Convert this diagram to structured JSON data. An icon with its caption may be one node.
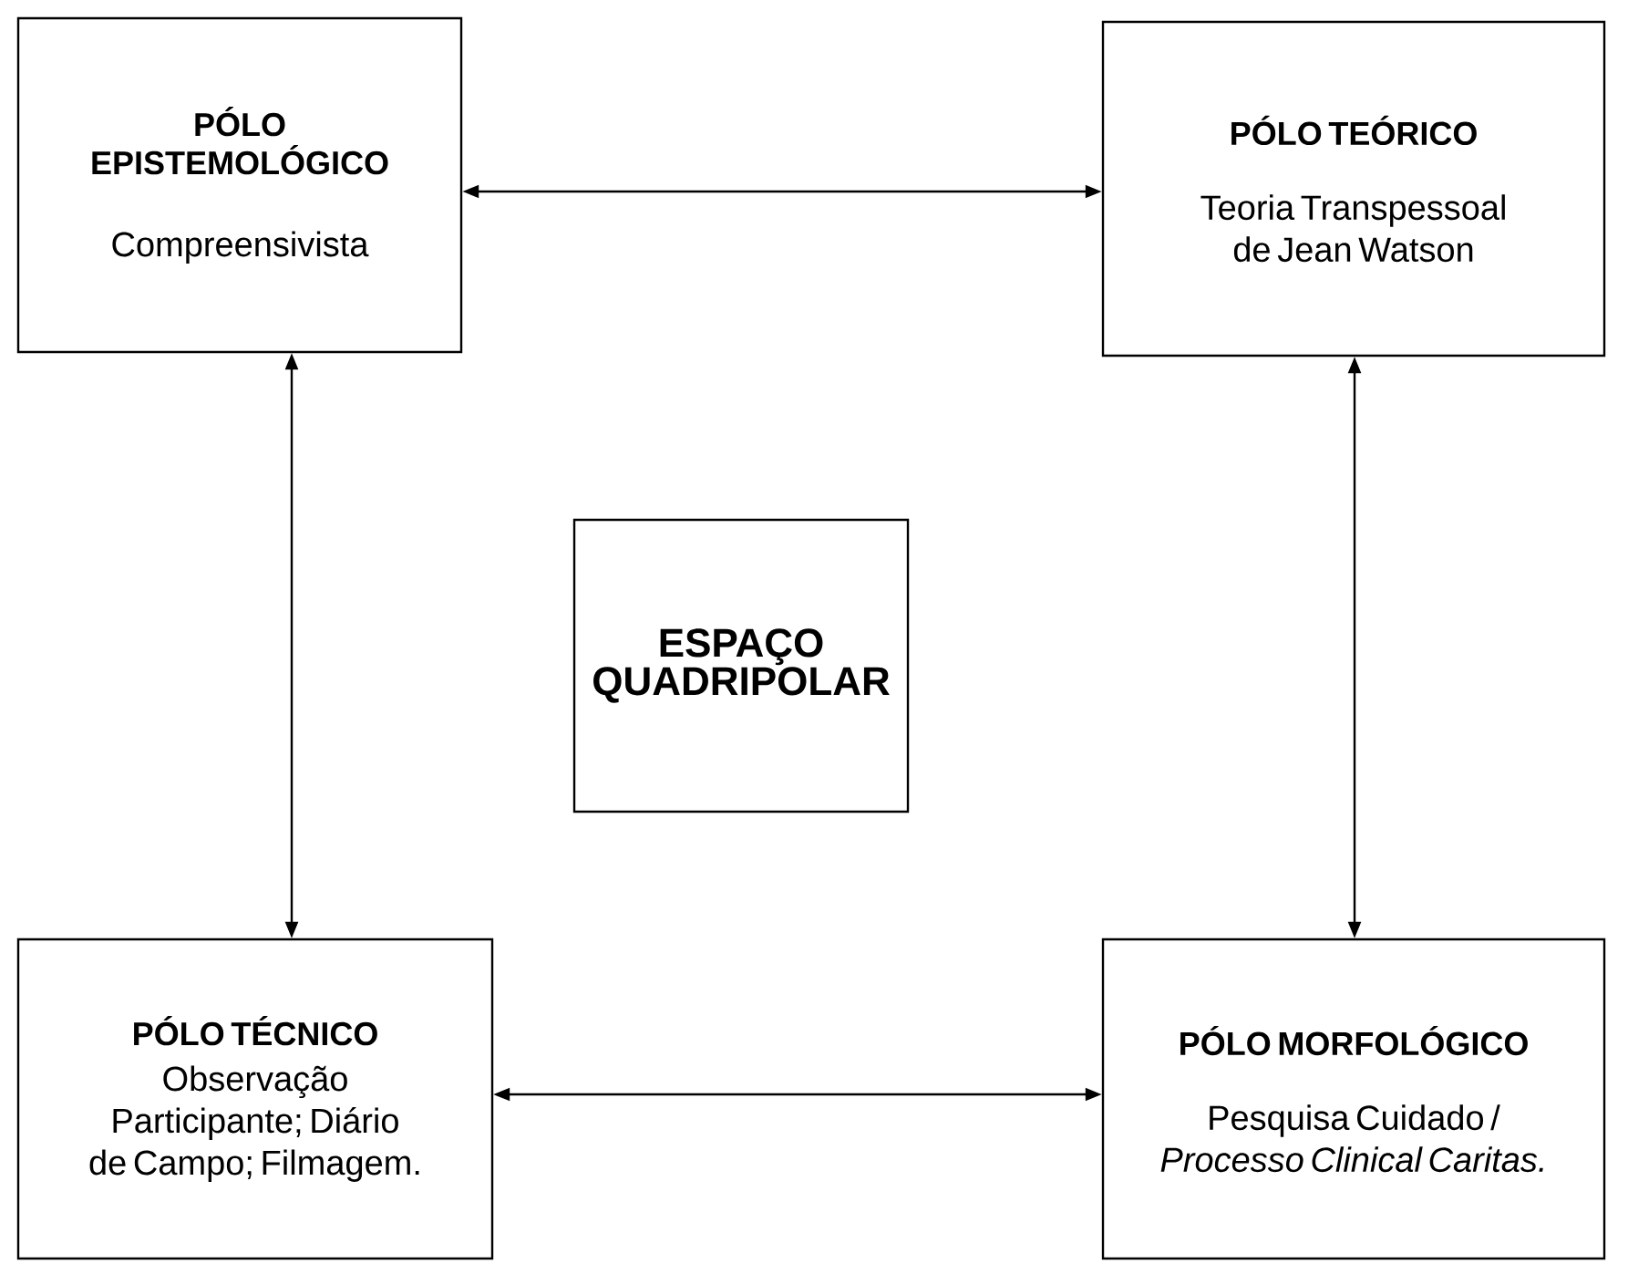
{
  "diagram": {
    "nodes": [
      {
        "text": [
          "PÓLO EPISTEMOLÓGICO",
          "Compreensivista"
        ]
      },
      {
        "text": [
          "PÓLO TEÓRICO",
          "Teoria Transpessoal de Jean Watson"
        ]
      },
      {
        "text": [
          "ESPAÇO QUADRIPOLAR"
        ]
      },
      {
        "text": [
          "PÓLO TÉCNICO",
          "Observação Participante; Diário de Campo; Filmagem."
        ]
      },
      {
        "text": [
          "PÓLO MORFOLÓGICO",
          "Pesquisa Cuidado / *Processo Clinical Caritas.*"
        ]
      }
    ],
    "edges": [
      {
        "from": 0,
        "to": 1,
        "arrow": "both"
      },
      {
        "from": 0,
        "to": 3,
        "arrow": "both"
      },
      {
        "from": 1,
        "to": 4,
        "arrow": "both"
      },
      {
        "from": 3,
        "to": 4,
        "arrow": "both"
      }
    ]
  }
}
